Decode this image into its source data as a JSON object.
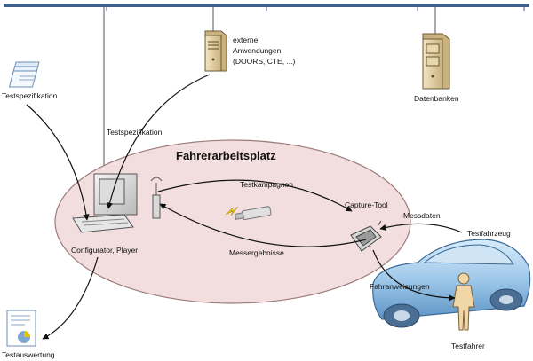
{
  "diagram": {
    "title": "Fahrerarbeitsplatz",
    "nodes": {
      "testspezifikation_docs": {
        "label": "Testspezifikation",
        "icon": "document-stack-icon"
      },
      "externe_anwendungen": {
        "label_lines": [
          "externe",
          "Anwendungen",
          "(DOORS, CTE, ...)"
        ],
        "icon": "server-icon"
      },
      "datenbanken": {
        "label": "Datenbanken",
        "icon": "server-icon"
      },
      "configurator_player": {
        "label": "Configurator, Player",
        "icon": "desktop-computer-icon"
      },
      "capture_tool": {
        "label": "Capture-Tool",
        "icon": "capture-device-icon"
      },
      "testfahrzeug": {
        "label": "Testfahrzeug",
        "icon": "car-icon"
      },
      "testfahrer": {
        "label": "Testfahrer",
        "icon": "driver-figure-icon"
      },
      "testauswertung": {
        "label": "Testauswertung",
        "icon": "report-document-icon"
      },
      "antenna": {
        "icon": "antenna-icon"
      },
      "usb_stick": {
        "icon": "usb-stick-icon"
      },
      "lightning": {
        "icon": "lightning-icon"
      }
    },
    "edges": {
      "testspezifikation_upper": "Testspezifikation",
      "testkampagnen": "Testkampagnen",
      "messergebnisse": "Messergebnisse",
      "messdaten": "Messdaten",
      "fahranweisungen": "Fahranweisungen"
    },
    "colors": {
      "ellipse_fill": "#f2dede",
      "ellipse_stroke": "#9c7b7b",
      "bus": "#3f5f8a",
      "car": "#9ec8ea",
      "arrows": "#111111"
    }
  }
}
